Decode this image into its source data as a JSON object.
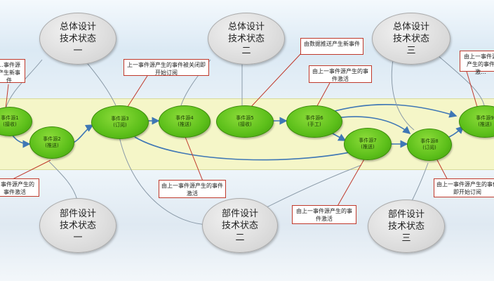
{
  "design_states": [
    {
      "text": "总体设计技术状态一"
    },
    {
      "text": "总体设计技术状态二"
    },
    {
      "text": "总体设计技术状态三"
    }
  ],
  "component_states": [
    {
      "text": "部件设计技术状态一"
    },
    {
      "text": "部件设计技术状态二"
    },
    {
      "text": "部件设计技术状态三"
    }
  ],
  "events": [
    {
      "name": "事件源1",
      "action": "(接收)"
    },
    {
      "name": "事件源2",
      "action": "(推送)"
    },
    {
      "name": "事件源3",
      "action": "(订阅)"
    },
    {
      "name": "事件源4",
      "action": "(推送)"
    },
    {
      "name": "事件源5",
      "action": "(接收)"
    },
    {
      "name": "事件源6",
      "action": "(手工)"
    },
    {
      "name": "事件源7",
      "action": "(推送)"
    },
    {
      "name": "事件源8",
      "action": "(订阅)"
    },
    {
      "name": "事件源9",
      "action": "(推送)"
    }
  ],
  "notes": [
    {
      "text": "…事件源产生新事件"
    },
    {
      "text": "上一事件源产生的事件被关闭即开始订阅"
    },
    {
      "text": "由数据推送产生新事件"
    },
    {
      "text": "由上一事件源产生的事件激活"
    },
    {
      "text": "由上一事件源产生的事件激…"
    },
    {
      "text": "…事件源产生的事件激活"
    },
    {
      "text": "由上一事件源产生的事件激活"
    },
    {
      "text": "由上一事件源产生的事件激活"
    },
    {
      "text": "由上一事件源产生的事件即开始订阅"
    }
  ]
}
